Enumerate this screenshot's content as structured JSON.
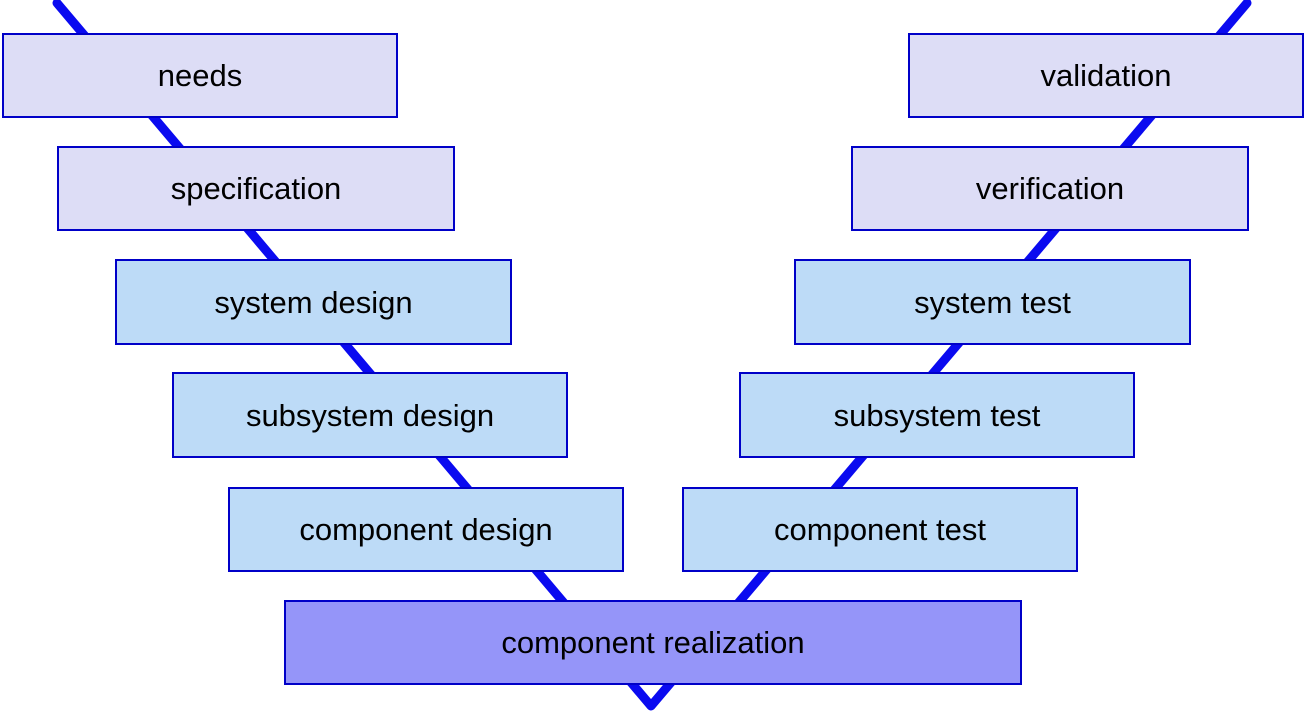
{
  "v_model": {
    "left_branch": [
      {
        "label": "needs"
      },
      {
        "label": "specification"
      },
      {
        "label": "system design"
      },
      {
        "label": "subsystem design"
      },
      {
        "label": "component design"
      }
    ],
    "bottom": {
      "label": "component realization"
    },
    "right_branch": [
      {
        "label": "validation"
      },
      {
        "label": "verification"
      },
      {
        "label": "system test"
      },
      {
        "label": "subsystem test"
      },
      {
        "label": "component test"
      }
    ]
  },
  "colors": {
    "level1_fill": "#DDDDF6",
    "level2_fill": "#BDDBF7",
    "bottom_fill": "#9595F9",
    "box_border": "#0000C8",
    "v_line": "#0A0AF0",
    "text": "#000000",
    "background": "#FFFFFF"
  }
}
